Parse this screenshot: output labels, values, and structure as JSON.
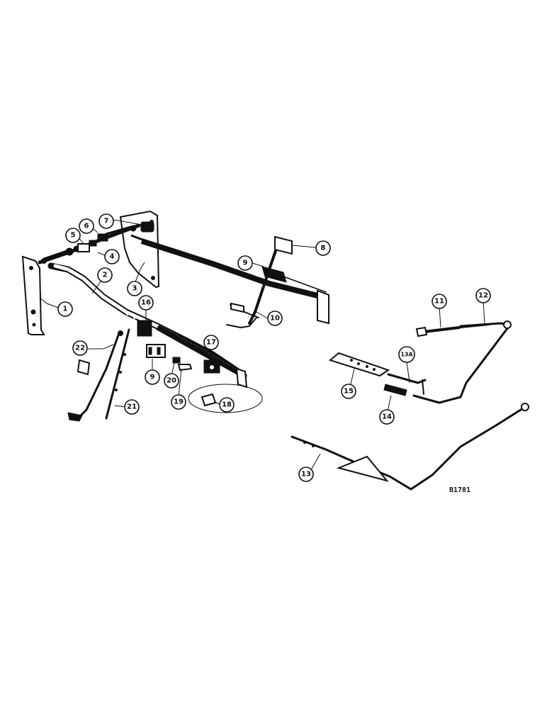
{
  "figure_ref": "B1781",
  "callouts": {
    "c1": "1",
    "c2": "2",
    "c3": "3",
    "c4": "4",
    "c5": "5",
    "c6": "6",
    "c7": "7",
    "c8": "8",
    "c9a": "9",
    "c9b": "9",
    "c10": "10",
    "c11": "11",
    "c12": "12",
    "c13": "13",
    "c13a": "13A",
    "c14": "14",
    "c15": "15",
    "c16": "16",
    "c17": "17",
    "c18": "18",
    "c19": "19",
    "c20": "20",
    "c21": "21",
    "c22": "22"
  }
}
